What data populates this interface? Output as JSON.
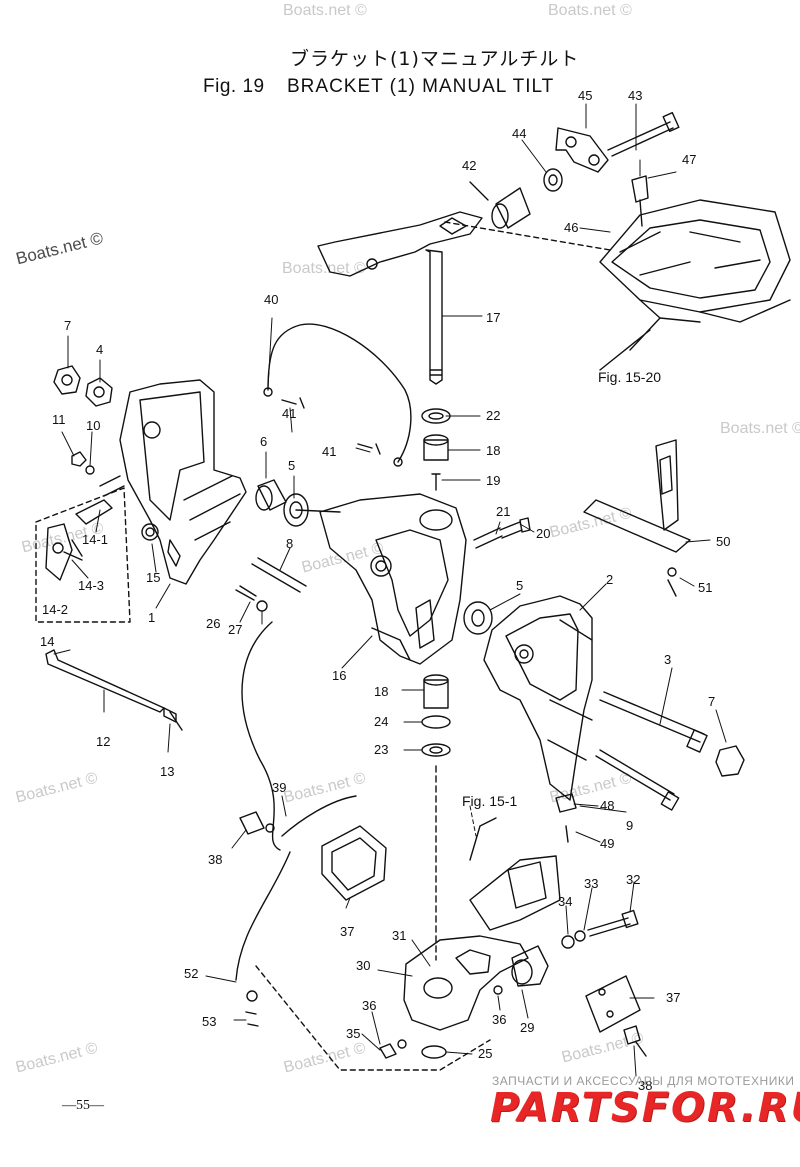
{
  "header": {
    "japanese_title": "ブラケット(1)マニュアルチルト",
    "figure_number": "Fig. 19",
    "title": "BRACKET (1) MANUAL TILT"
  },
  "watermarks": [
    "Boats.net ©",
    "Boats.net ©",
    "Boats.net ©",
    "Boats.net ©",
    "Boats.net ©",
    "Boats.net ©",
    "Boats.net ©",
    "Boats.net ©",
    "Boats.net ©",
    "Boats.net ©",
    "Boats.net ©",
    "Boats.net ©",
    "Boats.net ©",
    "Boats.net ©"
  ],
  "references": {
    "fig_15_20": "Fig. 15-20",
    "fig_15_1": "Fig. 15-1"
  },
  "part_labels": [
    {
      "id": "p45",
      "text": "45"
    },
    {
      "id": "p43",
      "text": "43"
    },
    {
      "id": "p44",
      "text": "44"
    },
    {
      "id": "p42",
      "text": "42"
    },
    {
      "id": "p47",
      "text": "47"
    },
    {
      "id": "p46",
      "text": "46"
    },
    {
      "id": "p17",
      "text": "17"
    },
    {
      "id": "p40",
      "text": "40"
    },
    {
      "id": "p7a",
      "text": "7"
    },
    {
      "id": "p4",
      "text": "4"
    },
    {
      "id": "p11",
      "text": "11"
    },
    {
      "id": "p10",
      "text": "10"
    },
    {
      "id": "p41a",
      "text": "41"
    },
    {
      "id": "p22",
      "text": "22"
    },
    {
      "id": "p6",
      "text": "6"
    },
    {
      "id": "p5a",
      "text": "5"
    },
    {
      "id": "p41b",
      "text": "41"
    },
    {
      "id": "p18a",
      "text": "18"
    },
    {
      "id": "p19",
      "text": "19"
    },
    {
      "id": "p14_1",
      "text": "14-1"
    },
    {
      "id": "p14_3",
      "text": "14-3"
    },
    {
      "id": "p14_2",
      "text": "14-2"
    },
    {
      "id": "p15",
      "text": "15"
    },
    {
      "id": "p1",
      "text": "1"
    },
    {
      "id": "p8",
      "text": "8"
    },
    {
      "id": "p21",
      "text": "21"
    },
    {
      "id": "p20",
      "text": "20"
    },
    {
      "id": "p50",
      "text": "50"
    },
    {
      "id": "p51",
      "text": "51"
    },
    {
      "id": "p5b",
      "text": "5"
    },
    {
      "id": "p2",
      "text": "2"
    },
    {
      "id": "p26",
      "text": "26"
    },
    {
      "id": "p27",
      "text": "27"
    },
    {
      "id": "p14",
      "text": "14"
    },
    {
      "id": "p16",
      "text": "16"
    },
    {
      "id": "p3",
      "text": "3"
    },
    {
      "id": "p18b",
      "text": "18"
    },
    {
      "id": "p7b",
      "text": "7"
    },
    {
      "id": "p12",
      "text": "12"
    },
    {
      "id": "p24",
      "text": "24"
    },
    {
      "id": "p23",
      "text": "23"
    },
    {
      "id": "p13",
      "text": "13"
    },
    {
      "id": "p39",
      "text": "39"
    },
    {
      "id": "p48",
      "text": "48"
    },
    {
      "id": "p9",
      "text": "9"
    },
    {
      "id": "p38a",
      "text": "38"
    },
    {
      "id": "p49",
      "text": "49"
    },
    {
      "id": "p37a",
      "text": "37"
    },
    {
      "id": "p33",
      "text": "33"
    },
    {
      "id": "p32",
      "text": "32"
    },
    {
      "id": "p34",
      "text": "34"
    },
    {
      "id": "p31",
      "text": "31"
    },
    {
      "id": "p30",
      "text": "30"
    },
    {
      "id": "p52",
      "text": "52"
    },
    {
      "id": "p37b",
      "text": "37"
    },
    {
      "id": "p53",
      "text": "53"
    },
    {
      "id": "p36a",
      "text": "36"
    },
    {
      "id": "p36b",
      "text": "36"
    },
    {
      "id": "p29",
      "text": "29"
    },
    {
      "id": "p35",
      "text": "35"
    },
    {
      "id": "p25",
      "text": "25"
    },
    {
      "id": "p38b",
      "text": "38"
    }
  ],
  "footer": {
    "page_number": "—55—",
    "shop_tagline": "ЗАПЧАСТИ И АКСЕССУАРЫ ДЛЯ МОТОТЕХНИКИ",
    "shop_logo": "PARTSFOR.RU"
  }
}
